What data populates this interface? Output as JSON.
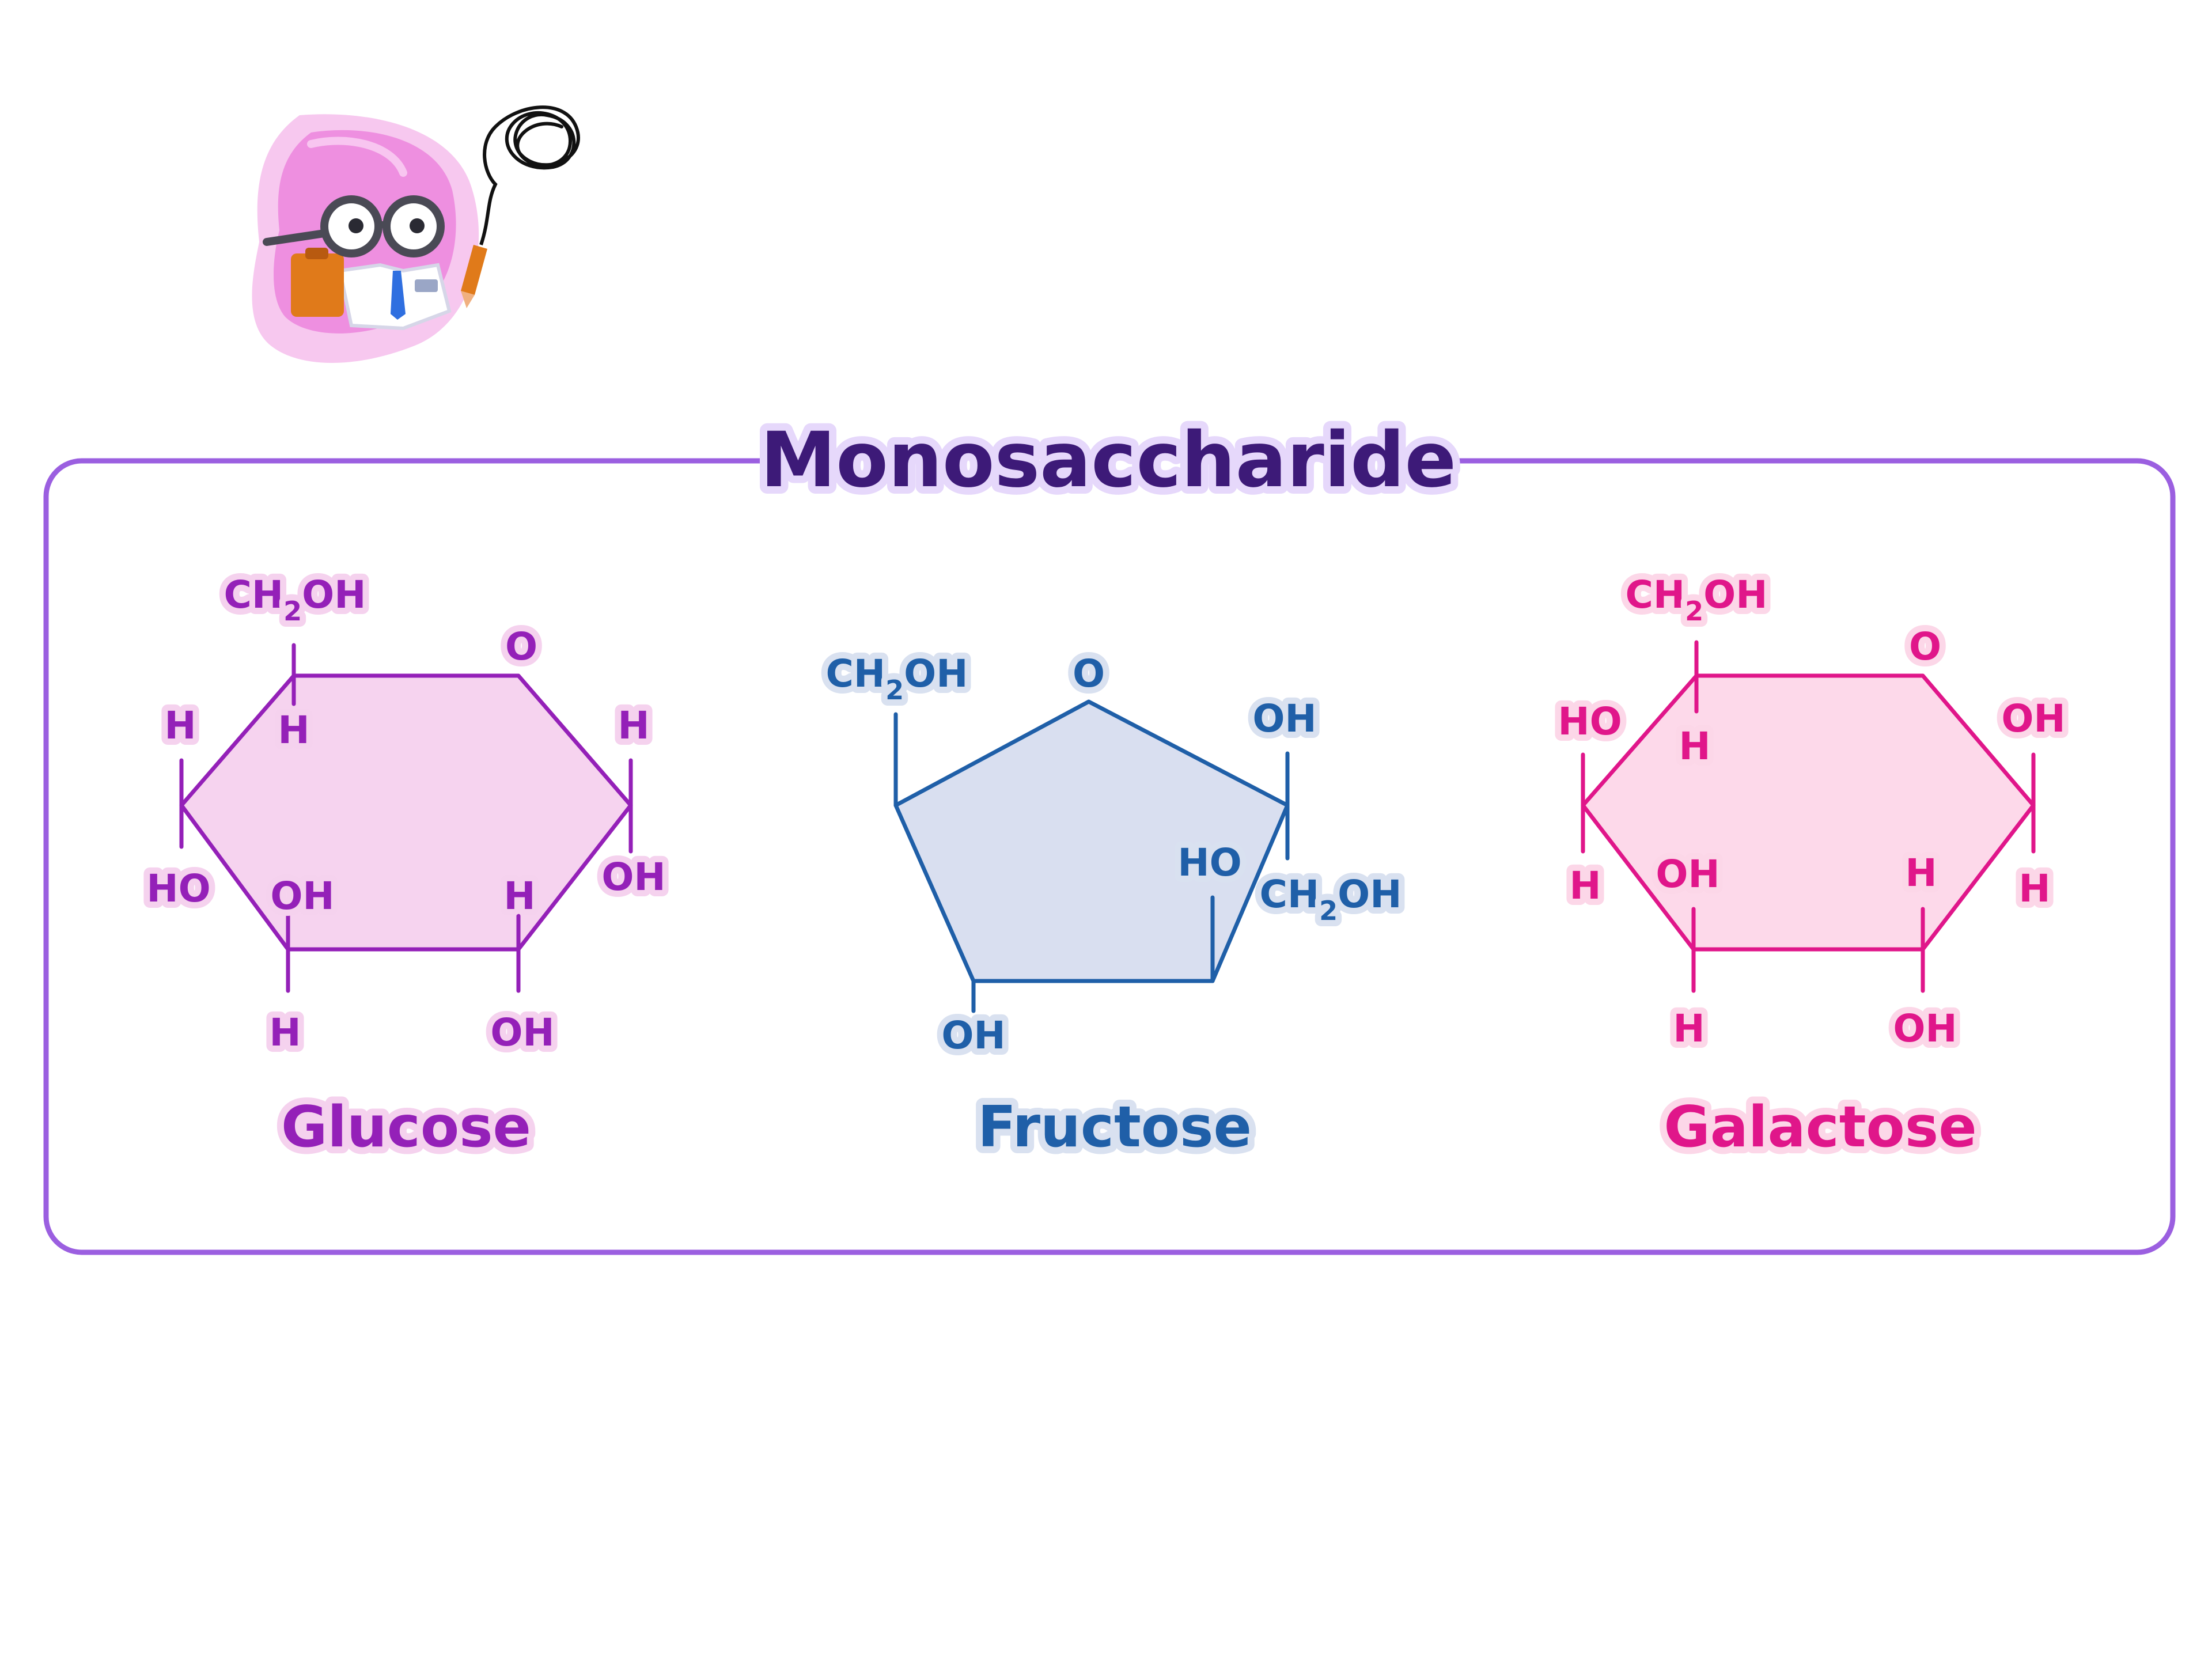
{
  "colors": {
    "frame": "#9b5fe0",
    "title": "#3d1a78",
    "title_glow": "#e6d8fb",
    "glucose": "#9420b8",
    "glucose_fill": "#f6d3ef",
    "glucose_glow": "#f5d2ee",
    "fructose": "#1f5fa8",
    "fructose_fill": "#d9dff0",
    "fructose_glow": "#d9e1f0",
    "galactose": "#e0168a",
    "galactose_fill": "#fdd9ea",
    "galactose_glow": "#fcd7e8"
  },
  "diagram": {
    "title": "Monosaccharide"
  },
  "mascot": {
    "icon": "scientist-mascot-icon"
  },
  "glucose": {
    "name": "Glucose",
    "ch2oh": {
      "pre": "CH",
      "sub": "2",
      "post": "OH"
    },
    "ring_o": "O",
    "c5_h": "H",
    "c4_h": "H",
    "c4_ho": "HO",
    "c3_oh": "OH",
    "c3_h": "H",
    "c2_h": "H",
    "c2_oh": "OH",
    "c1_h": "H",
    "c1_oh": "OH"
  },
  "fructose": {
    "name": "Fructose",
    "ring_o": "O",
    "ch2oh_left": {
      "pre": "CH",
      "sub": "2",
      "post": "OH"
    },
    "oh_top": "OH",
    "ho_inner": "HO",
    "ch2oh_right": {
      "pre": "CH",
      "sub": "2",
      "post": "OH"
    },
    "oh_bottom": "OH"
  },
  "galactose": {
    "name": "Galactose",
    "ch2oh": {
      "pre": "CH",
      "sub": "2",
      "post": "OH"
    },
    "ring_o": "O",
    "c5_h": "H",
    "c4_ho": "HO",
    "c4_h": "H",
    "c3_oh": "OH",
    "c3_h": "H",
    "c2_h": "H",
    "c2_oh": "OH",
    "c1_oh": "OH",
    "c1_h": "H"
  }
}
